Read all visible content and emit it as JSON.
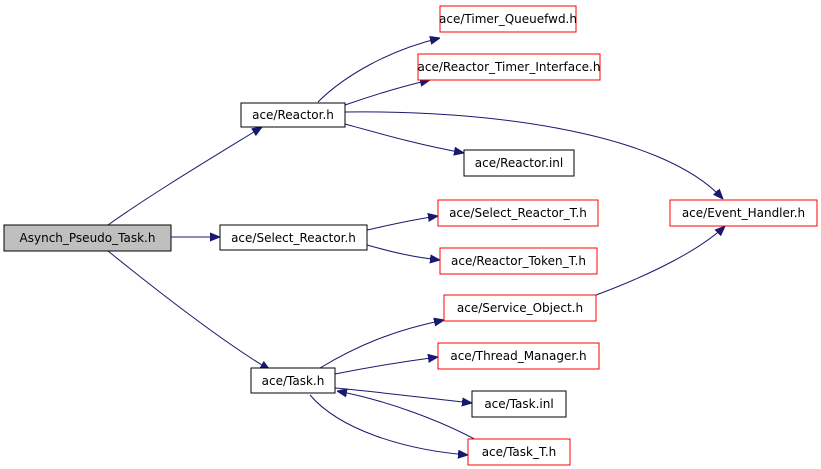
{
  "colors": {
    "root_fill": "#bfbfbf",
    "root_border": "#000000",
    "documented_border": "#000000",
    "undocumented_border": "#ff0000",
    "edge": "#191970"
  },
  "nodes": {
    "asynch_pseudo_task": {
      "label": "Asynch_Pseudo_Task.h",
      "kind": "root"
    },
    "reactor_h": {
      "label": "ace/Reactor.h",
      "kind": "documented"
    },
    "select_reactor_h": {
      "label": "ace/Select_Reactor.h",
      "kind": "documented"
    },
    "task_h": {
      "label": "ace/Task.h",
      "kind": "documented"
    },
    "timer_queuefwd_h": {
      "label": "ace/Timer_Queuefwd.h",
      "kind": "undocumented"
    },
    "reactor_timer_interface_h": {
      "label": "ace/Reactor_Timer_Interface.h",
      "kind": "undocumented"
    },
    "reactor_inl": {
      "label": "ace/Reactor.inl",
      "kind": "documented"
    },
    "event_handler_h": {
      "label": "ace/Event_Handler.h",
      "kind": "undocumented"
    },
    "select_reactor_t_h": {
      "label": "ace/Select_Reactor_T.h",
      "kind": "undocumented"
    },
    "reactor_token_t_h": {
      "label": "ace/Reactor_Token_T.h",
      "kind": "undocumented"
    },
    "service_object_h": {
      "label": "ace/Service_Object.h",
      "kind": "undocumented"
    },
    "thread_manager_h": {
      "label": "ace/Thread_Manager.h",
      "kind": "undocumented"
    },
    "task_inl": {
      "label": "ace/Task.inl",
      "kind": "documented"
    },
    "task_t_h": {
      "label": "ace/Task_T.h",
      "kind": "undocumented"
    }
  },
  "edges": [
    {
      "from": "asynch_pseudo_task",
      "to": "reactor_h"
    },
    {
      "from": "asynch_pseudo_task",
      "to": "select_reactor_h"
    },
    {
      "from": "asynch_pseudo_task",
      "to": "task_h"
    },
    {
      "from": "reactor_h",
      "to": "timer_queuefwd_h"
    },
    {
      "from": "reactor_h",
      "to": "reactor_timer_interface_h"
    },
    {
      "from": "reactor_h",
      "to": "reactor_inl"
    },
    {
      "from": "reactor_h",
      "to": "event_handler_h"
    },
    {
      "from": "select_reactor_h",
      "to": "select_reactor_t_h"
    },
    {
      "from": "select_reactor_h",
      "to": "reactor_token_t_h"
    },
    {
      "from": "task_h",
      "to": "service_object_h"
    },
    {
      "from": "task_h",
      "to": "thread_manager_h"
    },
    {
      "from": "task_h",
      "to": "task_inl"
    },
    {
      "from": "task_h",
      "to": "task_t_h"
    },
    {
      "from": "task_t_h",
      "to": "task_h"
    },
    {
      "from": "service_object_h",
      "to": "event_handler_h"
    }
  ]
}
